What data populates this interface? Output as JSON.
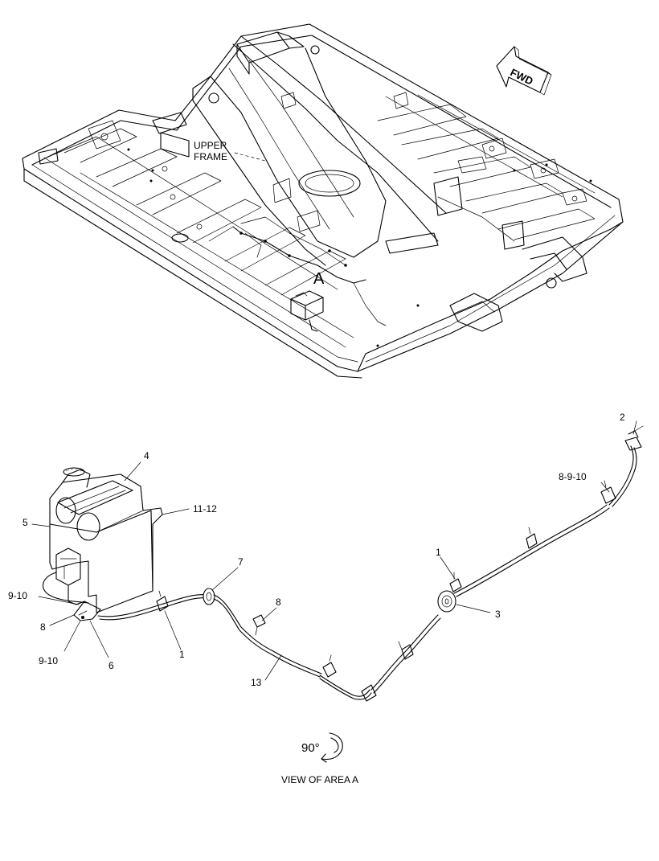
{
  "upper_view": {
    "frame_label_line1": "UPPER",
    "frame_label_line2": "FRAME",
    "area_marker": "A",
    "fwd_arrow": "FWD"
  },
  "callouts": {
    "c2": "2",
    "c8_9_10": "8-9-10",
    "c4": "4",
    "c5": "5",
    "c11_12": "11-12",
    "c7": "7",
    "c1_right": "1",
    "c3": "3",
    "c9_10_top": "9-10",
    "c8_left": "8",
    "c9_10_bottom": "9-10",
    "c6": "6",
    "c1_left": "1",
    "c8_mid": "8",
    "c13": "13"
  },
  "rotation": {
    "angle": "90°"
  },
  "view_caption": "VIEW OF AREA A"
}
